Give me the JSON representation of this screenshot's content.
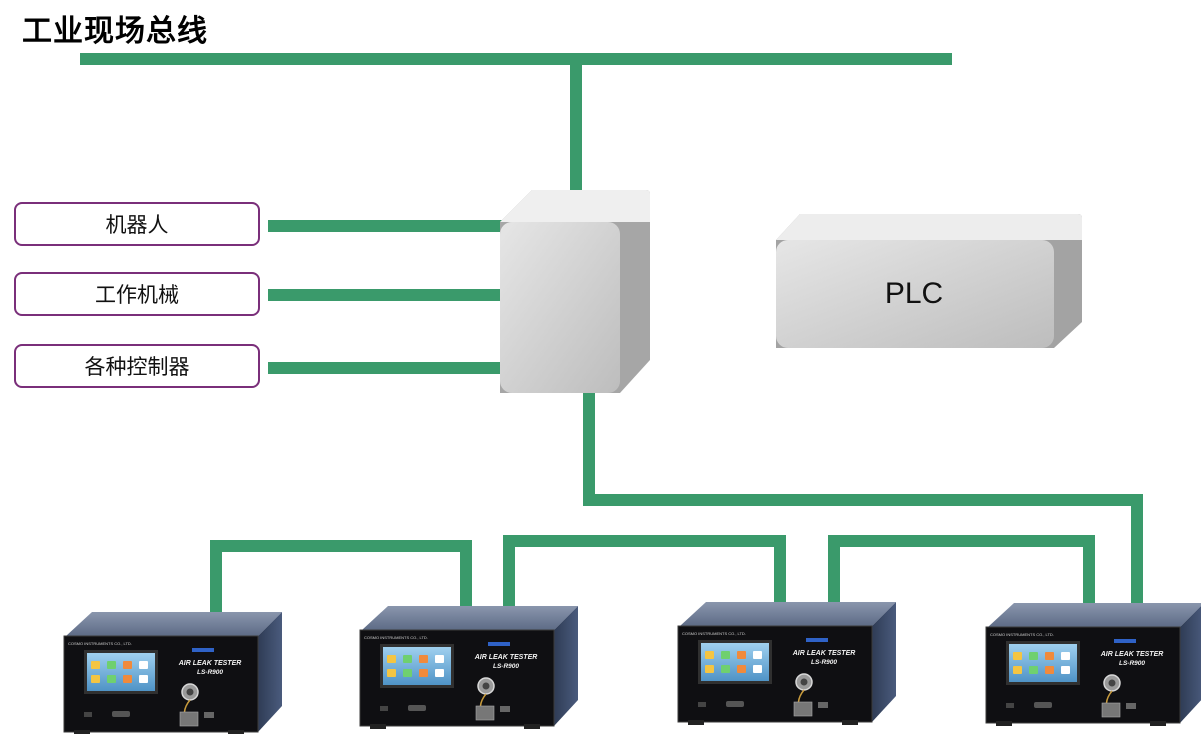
{
  "title": "工业现场总线",
  "devices": [
    {
      "label": "机器人"
    },
    {
      "label": "工作机械"
    },
    {
      "label": "各种控制器"
    }
  ],
  "plc": {
    "label": "PLC"
  },
  "testers": [
    {
      "brand": "COSMO INSTRUMENTS CO., LTD.",
      "name": "AIR LEAK TESTER",
      "model": "LS-R900"
    },
    {
      "brand": "COSMO INSTRUMENTS CO., LTD.",
      "name": "AIR LEAK TESTER",
      "model": "LS-R900"
    },
    {
      "brand": "COSMO INSTRUMENTS CO., LTD.",
      "name": "AIR LEAK TESTER",
      "model": "LS-R900"
    },
    {
      "brand": "COSMO INSTRUMENTS CO., LTD.",
      "name": "AIR LEAK TESTER",
      "model": "LS-R900"
    }
  ],
  "colors": {
    "bus": "#3a9a6b",
    "box_border": "#7a2f7a",
    "node_fill": "#d0d0d0"
  }
}
